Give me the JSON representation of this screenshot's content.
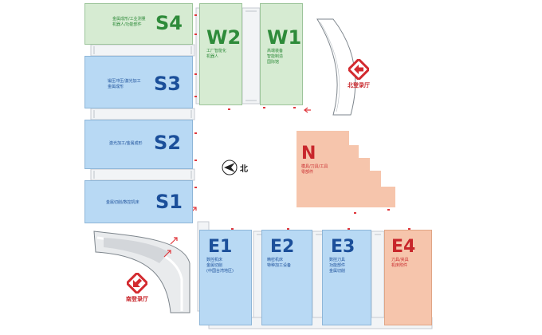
{
  "colors": {
    "blue_hall": "#b8d9f4",
    "green_hall": "#d6ebd2",
    "salmon_hall": "#f6c5ac",
    "blue_text": "#1b4f9a",
    "green_text": "#2e8b3a",
    "red_text": "#c8262b"
  },
  "halls": {
    "s4": {
      "code": "S4",
      "desc": "金属成形/工业测量\n机器人/功能部件"
    },
    "s3": {
      "code": "S3",
      "desc": "锻压冲压/激光加工\n金属成形"
    },
    "s2": {
      "code": "S2",
      "desc": "激光加工/金属成形"
    },
    "s1": {
      "code": "S1",
      "desc": "金属切削/数控机床"
    },
    "w2": {
      "code": "W2",
      "desc": "工厂智能化\n机器人"
    },
    "w1": {
      "code": "W1",
      "desc": "高端装备\n智能制造\n国际馆"
    },
    "n": {
      "code": "N",
      "desc": "模具/刀具/工具\n零部件"
    },
    "e1": {
      "code": "E1",
      "desc": "数控机床\n金属切削\n(中国台湾地区)"
    },
    "e2": {
      "code": "E2",
      "desc": "精密机床\n特种加工设备"
    },
    "e3": {
      "code": "E3",
      "desc": "数控刀具\n功能部件\n金属切削"
    },
    "e4": {
      "code": "E4",
      "desc": "刀具/夹具\n机床附件"
    }
  },
  "lobbies": {
    "north": "北登录厅",
    "south": "南登录厅"
  },
  "compass": {
    "label": "北",
    "icon": "compass-icon"
  }
}
